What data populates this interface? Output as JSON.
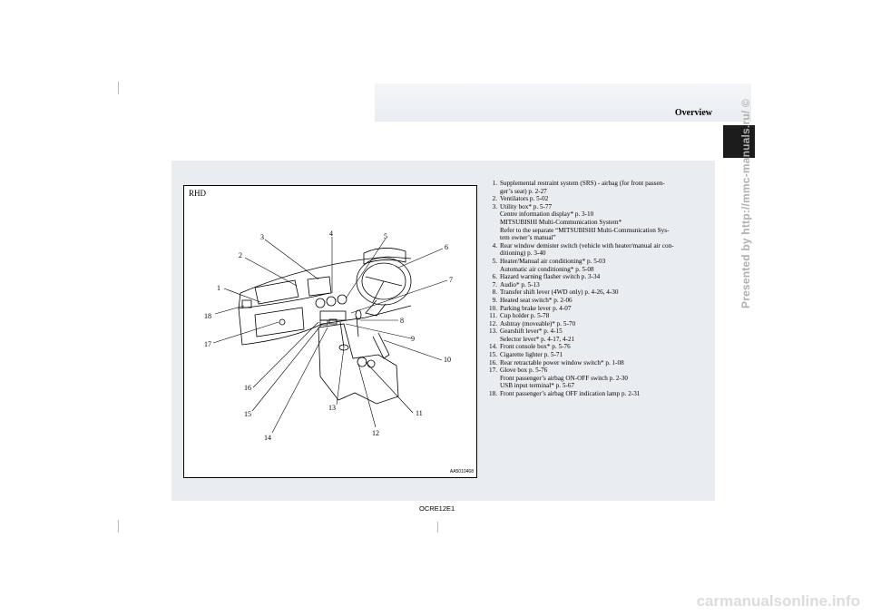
{
  "header": {
    "section_title": "Overview"
  },
  "side_link": "Presented by http://mmc-manuals.ru/ ©",
  "figure": {
    "variant_label": "RHD",
    "figure_code": "AA5010468",
    "callouts": [
      "1",
      "2",
      "3",
      "4",
      "5",
      "6",
      "7",
      "8",
      "9",
      "10",
      "11",
      "12",
      "13",
      "14",
      "15",
      "16",
      "17",
      "18"
    ]
  },
  "legend": [
    {
      "num": "1.",
      "text": "Supplemental restraint system (SRS) - airbag (for front passen-",
      "sub": [
        "ger’s seat) p. 2-27"
      ]
    },
    {
      "num": "2.",
      "text": "Ventilators p. 5-02",
      "sub": []
    },
    {
      "num": "3.",
      "text": "Utility box* p. 5-77",
      "sub": [
        "Centre information display* p. 3-10",
        "MITSUBISHI Multi-Communication System*",
        "Refer to the separate “MITSUBISHI Multi-Communication Sys-",
        "tem owner’s manual”"
      ]
    },
    {
      "num": "4.",
      "text": "Rear window demister switch (vehicle with heater/manual air con-",
      "sub": [
        "ditioning) p. 3-40"
      ]
    },
    {
      "num": "5.",
      "text": "Heater/Manual air conditioning* p. 5-03",
      "sub": [
        "Automatic air conditioning* p. 5-08"
      ]
    },
    {
      "num": "6.",
      "text": "Hazard warning flasher switch p. 3-34",
      "sub": []
    },
    {
      "num": "7.",
      "text": "Audio* p. 5-13",
      "sub": []
    },
    {
      "num": "8.",
      "text": "Transfer shift lever (4WD only) p. 4-26, 4-30",
      "sub": []
    },
    {
      "num": "9.",
      "text": "Heated seat switch* p. 2-06",
      "sub": []
    },
    {
      "num": "10.",
      "text": "Parking brake lever p. 4-07",
      "sub": []
    },
    {
      "num": "11.",
      "text": "Cup holder p. 5-78",
      "sub": []
    },
    {
      "num": "12.",
      "text": "Ashtray (moveable)* p. 5-70",
      "sub": []
    },
    {
      "num": "13.",
      "text": "Gearshift lever* p. 4-15",
      "sub": [
        "Selector lever* p. 4-17, 4-21"
      ]
    },
    {
      "num": "14.",
      "text": "Front console box* p. 5-76",
      "sub": []
    },
    {
      "num": "15.",
      "text": "Cigarette lighter p. 5-71",
      "sub": []
    },
    {
      "num": "16.",
      "text": "Rear retractable power window switch* p. 1-08",
      "sub": []
    },
    {
      "num": "17.",
      "text": "Glove box p. 5-76",
      "sub": [
        "Front passenger’s airbag ON-OFF switch p. 2-30",
        "USB input terminal* p. 5-67"
      ]
    },
    {
      "num": "18.",
      "text": "Front passenger’s airbag OFF indication lamp p. 2-31",
      "sub": []
    }
  ],
  "footer": {
    "page_code": "OCRE12E1"
  },
  "watermark": "carmanualsonline.info"
}
